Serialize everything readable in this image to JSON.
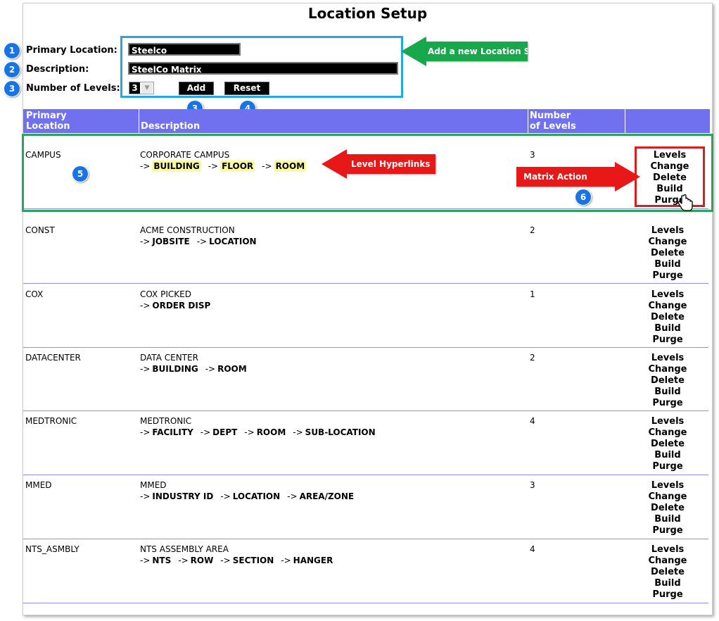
{
  "page_title": "Location Setup",
  "form": {
    "primary_location_label": "Primary Location:",
    "primary_location_value": "Steelco",
    "description_label": "Description:",
    "description_value": "SteelCo Matrix",
    "levels_label": "Number of Levels:",
    "levels_value": "3",
    "add_label": "Add",
    "reset_label": "Reset"
  },
  "badges": [
    "1",
    "2",
    "3",
    "3",
    "4",
    "5",
    "6"
  ],
  "callouts": {
    "add_location": "Add a new Location S",
    "level_hyperlinks": "Level Hyperlinks",
    "matrix_action_links": "Matrix Action Links"
  },
  "colors": {
    "header_bg": "#7171ef",
    "badge": "#1874e6",
    "callout_green": "#16a84a",
    "callout_red": "#e81818",
    "box_blue": "#25a7e0",
    "box_green": "#2ca35a",
    "box_red": "#d81e1e",
    "highlight": "#fafaa0"
  },
  "table": {
    "headers": {
      "primary_location": [
        "Primary",
        "Location"
      ],
      "description": "Description",
      "levels": [
        "Number",
        "of Levels"
      ]
    },
    "arrow": "->",
    "rows": [
      {
        "primary": "CAMPUS",
        "description": "CORPORATE CAMPUS",
        "levels": [
          "BUILDING",
          "FLOOR",
          "ROOM"
        ],
        "count": "3",
        "actions": [
          "Levels",
          "Change",
          "Delete",
          "Build",
          "Purge"
        ]
      },
      {
        "primary": "CONST",
        "description": "ACME CONSTRUCTION",
        "levels": [
          "JOBSITE",
          "LOCATION"
        ],
        "count": "2",
        "actions": [
          "Levels",
          "Change",
          "Delete",
          "Build",
          "Purge"
        ]
      },
      {
        "primary": "COX",
        "description": "COX PICKED",
        "levels": [
          "ORDER DISP"
        ],
        "count": "1",
        "actions": [
          "Levels",
          "Change",
          "Delete",
          "Build",
          "Purge"
        ]
      },
      {
        "primary": "DATACENTER",
        "description": "DATA CENTER",
        "levels": [
          "BUILDING",
          "ROOM"
        ],
        "count": "2",
        "actions": [
          "Levels",
          "Change",
          "Delete",
          "Build",
          "Purge"
        ]
      },
      {
        "primary": "MEDTRONIC",
        "description": "MEDTRONIC",
        "levels": [
          "FACILITY",
          "DEPT",
          "ROOM",
          "SUB-LOCATION"
        ],
        "count": "4",
        "actions": [
          "Levels",
          "Change",
          "Delete",
          "Build",
          "Purge"
        ]
      },
      {
        "primary": "MMED",
        "description": "MMED",
        "levels": [
          "INDUSTRY ID",
          "LOCATION",
          "AREA/ZONE"
        ],
        "count": "3",
        "actions": [
          "Levels",
          "Change",
          "Delete",
          "Build",
          "Purge"
        ]
      },
      {
        "primary": "NTS_ASMBLY",
        "description": "NTS ASSEMBLY AREA",
        "levels": [
          "NTS",
          "ROW",
          "SECTION",
          "HANGER"
        ],
        "count": "4",
        "actions": [
          "Levels",
          "Change",
          "Delete",
          "Build",
          "Purge"
        ]
      }
    ]
  }
}
